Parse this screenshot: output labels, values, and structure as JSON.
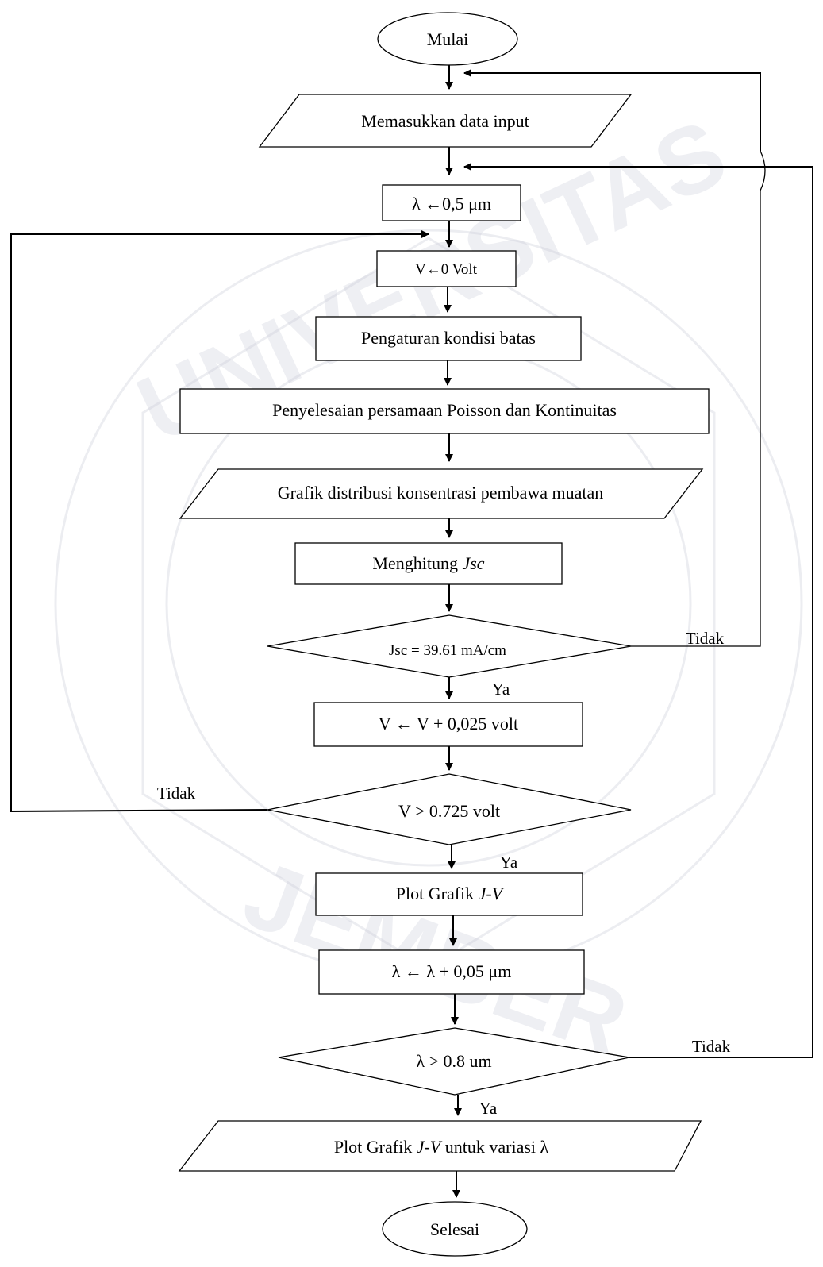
{
  "watermark": {
    "text_top": "UNIVERSITAS",
    "text_bottom": "JEMBER",
    "color": "#c9cbd8"
  },
  "nodes": {
    "start": "Mulai",
    "input": "Memasukkan data input",
    "lambda_init": "λ ←0,5 μm",
    "v_init": "V←0 Volt",
    "boundary": "Pengaturan kondisi batas",
    "solve": "Penyelesaian persamaan Poisson dan Kontinuitas",
    "graph_dist": "Grafik distribusi konsentrasi pembawa muatan",
    "jsc_prefix": "Menghitung ",
    "jsc_italic": "Jsc",
    "decision_jsc": "Jsc = 39.61 mA/cm",
    "v_inc": "V  ← V + 0,025 volt",
    "decision_v": "V > 0.725 volt",
    "plot_jv_prefix": "Plot Grafik ",
    "plot_jv_italic": "J-V",
    "lambda_inc": "λ  ← λ + 0,05 μm",
    "decision_lambda": "λ > 0.8 um",
    "plot_var_prefix": "Plot Grafik ",
    "plot_var_italic": "J-V",
    "plot_var_suffix": " untuk variasi λ",
    "end": "Selesai"
  },
  "edges": {
    "jsc_no": "Tidak",
    "jsc_yes": "Ya",
    "v_no": "Tidak",
    "v_yes": "Ya",
    "lambda_no": "Tidak",
    "lambda_yes": "Ya"
  }
}
